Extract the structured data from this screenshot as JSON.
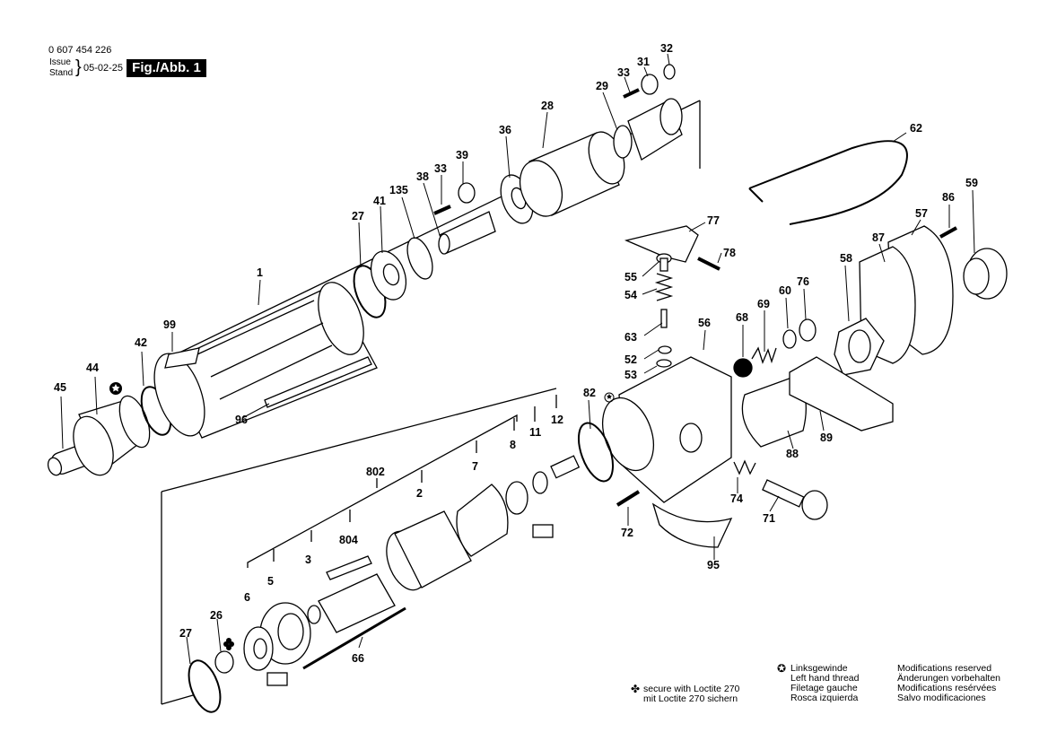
{
  "header": {
    "part_number": "0 607 454 226",
    "issue_label": "Issue",
    "stand_label": "Stand",
    "date": "05-02-25",
    "figure": "Fig./Abb. 1"
  },
  "part_labels": [
    "32",
    "33",
    "31",
    "29",
    "28",
    "36",
    "62",
    "39",
    "33",
    "38",
    "135",
    "41",
    "27",
    "59",
    "86",
    "57",
    "77",
    "87",
    "78",
    "58",
    "55",
    "54",
    "1",
    "99",
    "56",
    "68",
    "69",
    "60",
    "76",
    "63",
    "42",
    "44",
    "52",
    "53",
    "45",
    "82",
    "12",
    "11",
    "8",
    "7",
    "96",
    "89",
    "88",
    "802",
    "2",
    "74",
    "71",
    "72",
    "804",
    "95",
    "5",
    "3",
    "6",
    "26",
    "27",
    "66"
  ],
  "legend": {
    "loctite_en": "secure with Loctite 270",
    "loctite_de": "mit Loctite 270 sichern",
    "left_hand": [
      "Linksgewinde",
      "Left hand thread",
      "Filetage gauche",
      "Rosca izquierda"
    ],
    "modifications": [
      "Modifications reserved",
      "Änderungen vorbehalten",
      "Modifications resérvées",
      "Salvo modificaciones"
    ]
  }
}
